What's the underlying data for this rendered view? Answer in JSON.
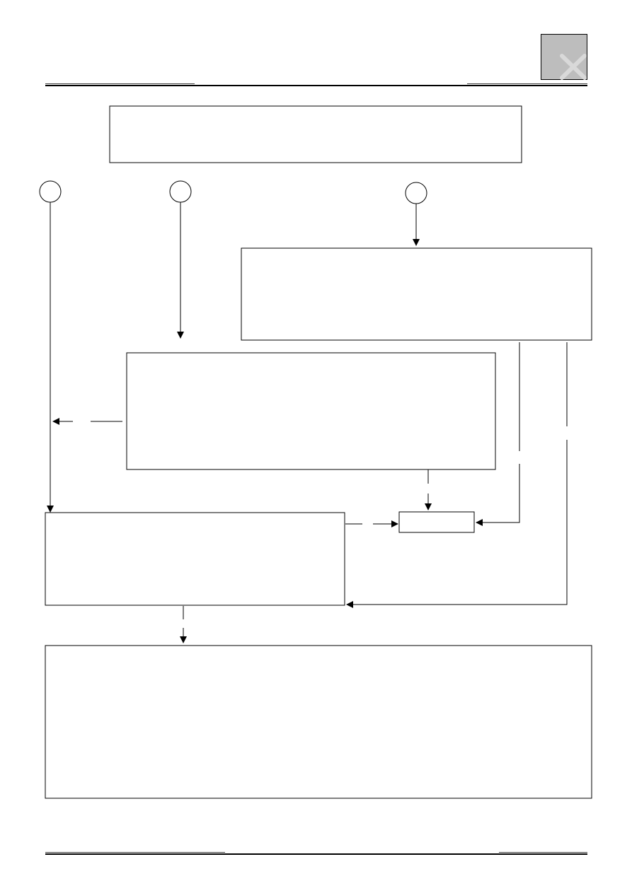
{
  "page": {
    "header_text": "",
    "footer_text": ""
  },
  "logo": {
    "icon": "cross-mark-icon",
    "fill": "#bdbdbd",
    "mark_color": "#d9d9d9"
  },
  "diagram": {
    "line_color": "#000000",
    "nodes": [
      {
        "id": "top-box",
        "label": ""
      },
      {
        "id": "connector-1",
        "label": ""
      },
      {
        "id": "connector-2",
        "label": ""
      },
      {
        "id": "connector-3",
        "label": ""
      },
      {
        "id": "right-box",
        "label": ""
      },
      {
        "id": "middle-box",
        "label": ""
      },
      {
        "id": "small-box",
        "label": ""
      },
      {
        "id": "lower-left-box",
        "label": ""
      },
      {
        "id": "bottom-box",
        "label": ""
      }
    ]
  }
}
